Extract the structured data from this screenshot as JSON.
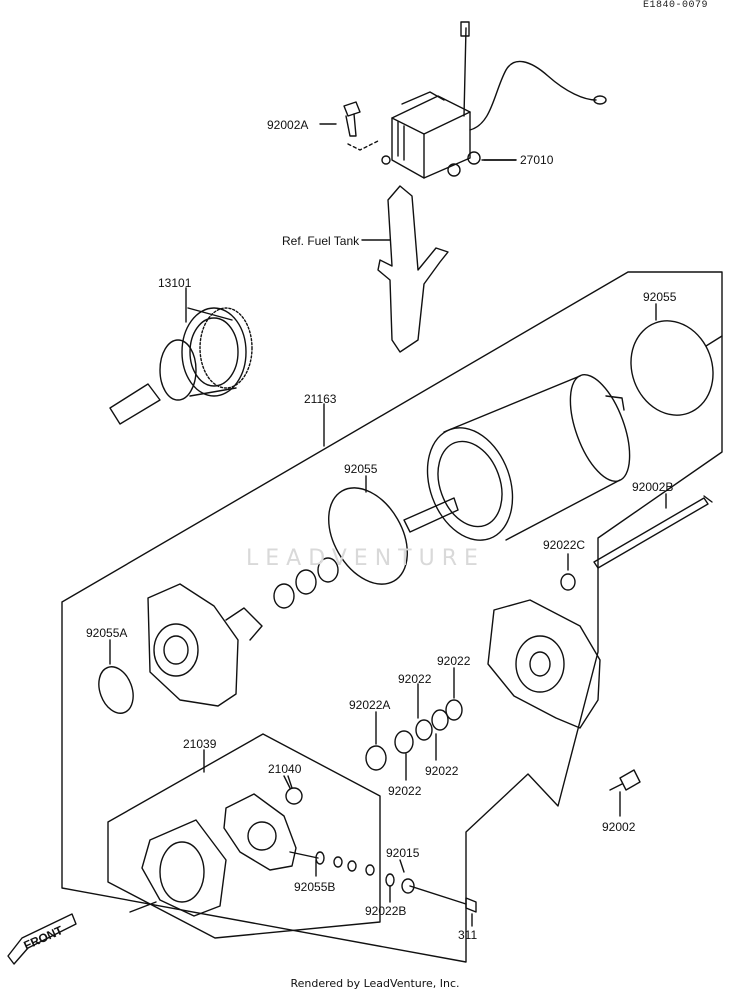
{
  "drawing_code": "E1840-0079",
  "watermark": "LEADVENTURE",
  "front_label": "FRONT",
  "footer": "Rendered by LeadVenture, Inc.",
  "callouts": {
    "c92002A": "92002A",
    "c27010": "27010",
    "cFuel": "Ref. Fuel Tank",
    "c13101": "13101",
    "c92055_top": "92055",
    "c21163": "21163",
    "c92055_mid": "92055",
    "c92002B": "92002B",
    "c92022C": "92022C",
    "c92055A": "92055A",
    "c92022_a": "92022",
    "c92022_b": "92022",
    "c92022A": "92022A",
    "c92022_c": "92022",
    "c92022_d": "92022",
    "c21039": "21039",
    "c21040": "21040",
    "c92002": "92002",
    "c92015": "92015",
    "c92055B": "92055B",
    "c92022B": "92022B",
    "c311": "311"
  }
}
